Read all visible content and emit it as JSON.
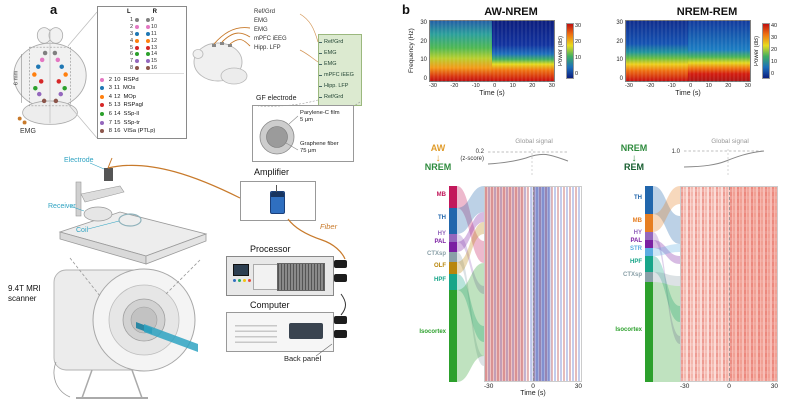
{
  "figure": {
    "panel_a_label": "a",
    "panel_b_label": "b"
  },
  "colors": {
    "cyan": "#2fa3c2",
    "fiber": "#c87a2b",
    "aw": "#e09c2c",
    "nrem": "#2e8b3d",
    "rem": "#155c2e",
    "strip-bg": "#dcead0",
    "reg-mb": "#c2185b",
    "reg-th": "#2166ac",
    "reg-hy": "#9467bd",
    "reg-pal": "#7b1fa2",
    "reg-str": "#5dade2",
    "reg-ctxsp": "#8aa0a8",
    "reg-olf": "#b8860b",
    "reg-hpf": "#17a589",
    "reg-iso": "#2ca02c",
    "reg-mb2": "#e67e22",
    "dot-1": "#808080",
    "dot-2": "#e377c2",
    "dot-3": "#1f77b4",
    "dot-4": "#ff7f0e",
    "dot-5": "#d62728",
    "dot-6": "#2ca02c",
    "dot-7": "#9467bd",
    "dot-8": "#8c564b"
  },
  "a": {
    "brain": {
      "scale_label": "6 mm",
      "emg_label": "EMG"
    },
    "legend": {
      "left_header": "L",
      "right_header": "R",
      "map_rows": [
        {
          "ln": "1",
          "rn": "9",
          "color": "#808080"
        },
        {
          "ln": "2",
          "rn": "10",
          "color": "#e377c2"
        },
        {
          "ln": "3",
          "rn": "11",
          "color": "#1f77b4"
        },
        {
          "ln": "4",
          "rn": "12",
          "color": "#ff7f0e"
        },
        {
          "ln": "5",
          "rn": "13",
          "color": "#d62728"
        },
        {
          "ln": "6",
          "rn": "14",
          "color": "#2ca02c"
        },
        {
          "ln": "7",
          "rn": "15",
          "color": "#9467bd"
        },
        {
          "ln": "8",
          "rn": "16",
          "color": "#8c564b"
        }
      ],
      "rows": [
        {
          "n1": "2",
          "n2": "10",
          "name": "RSPd",
          "color": "#e377c2"
        },
        {
          "n1": "3",
          "n2": "11",
          "name": "MOs",
          "color": "#1f77b4"
        },
        {
          "n1": "4",
          "n2": "12",
          "name": "MOp",
          "color": "#ff7f0e"
        },
        {
          "n1": "5",
          "n2": "13",
          "name": "RSPagl",
          "color": "#d62728"
        },
        {
          "n1": "6",
          "n2": "14",
          "name": "SSp-ll",
          "color": "#2ca02c"
        },
        {
          "n1": "7",
          "n2": "15",
          "name": "SSp-tr",
          "color": "#9467bd"
        },
        {
          "n1": "8",
          "n2": "16",
          "name": "VISa (PTLp)",
          "color": "#8c564b"
        }
      ]
    },
    "implant_labels": [
      "Ref/Grd",
      "EMG",
      "EMG",
      "mPFC iEEG",
      "Hipp. LFP"
    ],
    "strip_labels": [
      "Ref/Grd",
      "EMG",
      "EMG",
      "mPFC iEEG",
      "Hipp. LFP",
      "Ref/Grd"
    ],
    "gf": {
      "title": "GF electrode",
      "film_name": "Parylene-C film",
      "film_size": "5 μm",
      "fiber_name": "Graphene fiber",
      "fiber_size": "75 μm"
    },
    "rig": {
      "electrode": "Electrode",
      "receiver": "Receiver",
      "coil": "Coil"
    },
    "scanner": {
      "line1": "9.4T MRI",
      "line2": "scanner"
    },
    "devices": {
      "amplifier": "Amplifier",
      "processor": "Processor",
      "computer": "Computer",
      "fiber": "Fiber",
      "back_panel": "Back panel"
    }
  },
  "b": {
    "spectrograms": [
      {
        "title": "AW-NREM",
        "ylabel": "Frequency (Hz)",
        "xlabel": "Time (s)",
        "yticks": [
          "30",
          "20",
          "10",
          "0"
        ],
        "xticks": [
          "-30",
          "-20",
          "-10",
          "0",
          "10",
          "20",
          "30"
        ],
        "cbar_label": "Power (dB)",
        "cbar_ticks": [
          "30",
          "20",
          "10",
          "0"
        ]
      },
      {
        "title": "NREM-REM",
        "xlabel": "Time (s)",
        "yticks": [
          "30",
          "20",
          "10",
          "0"
        ],
        "xticks": [
          "-30",
          "-20",
          "-10",
          "0",
          "10",
          "20",
          "30"
        ],
        "cbar_label": "Power (dB)",
        "cbar_ticks": [
          "40",
          "30",
          "20",
          "10",
          "0"
        ]
      }
    ],
    "sankeys": [
      {
        "from": "AW",
        "to": "NREM",
        "global_label": "Global signal",
        "scale_value": "0.2",
        "scale_unit": "(z-score)",
        "regions": [
          {
            "name": "MB",
            "color": "#c2185b"
          },
          {
            "name": "TH",
            "color": "#2166ac"
          },
          {
            "name": "HY",
            "color": "#9467bd"
          },
          {
            "name": "PAL",
            "color": "#7b1fa2"
          },
          {
            "name": "CTXsp",
            "color": "#8aa0a8"
          },
          {
            "name": "OLF",
            "color": "#b8860b"
          },
          {
            "name": "HPF",
            "color": "#17a589"
          },
          {
            "name": "Isocortex",
            "color": "#2ca02c"
          }
        ],
        "xticks": [
          "-30",
          "0",
          "30"
        ],
        "xlabel": "Time (s)"
      },
      {
        "from": "NREM",
        "to": "REM",
        "global_label": "Global signal",
        "scale_value": "1.0",
        "scale_unit": "",
        "regions": [
          {
            "name": "TH",
            "color": "#2166ac"
          },
          {
            "name": "MB",
            "color": "#e67e22"
          },
          {
            "name": "HY",
            "color": "#9467bd"
          },
          {
            "name": "PAL",
            "color": "#7b1fa2"
          },
          {
            "name": "STR",
            "color": "#5dade2"
          },
          {
            "name": "HPF",
            "color": "#17a589"
          },
          {
            "name": "CTXsp",
            "color": "#8aa0a8"
          },
          {
            "name": "Isocortex",
            "color": "#2ca02c"
          }
        ],
        "xticks": [
          "-30",
          "0",
          "30"
        ],
        "xlabel": ""
      }
    ]
  },
  "chart_data": [
    {
      "type": "heatmap",
      "title": "AW-NREM",
      "xlabel": "Time (s)",
      "ylabel": "Frequency (Hz)",
      "x_range": [
        -30,
        30
      ],
      "y_range": [
        0,
        30
      ],
      "colorbar": {
        "label": "Power (dB)",
        "range": [
          0,
          30
        ]
      },
      "description": "EEG spectrogram across awake-to-NREM transition; broadband mid-frequency power before 0 s, stronger low-frequency (<10 Hz) power and suppressed high-frequency power after 0 s."
    },
    {
      "type": "heatmap",
      "title": "NREM-REM",
      "xlabel": "Time (s)",
      "ylabel": "Frequency (Hz)",
      "x_range": [
        -30,
        30
      ],
      "y_range": [
        0,
        30
      ],
      "colorbar": {
        "label": "Power (dB)",
        "range": [
          0,
          40
        ]
      },
      "description": "EEG spectrogram across NREM-to-REM transition; broad low-frequency power before 0 s narrowing to a theta-band hot band after 0 s."
    },
    {
      "type": "heatmap",
      "title": "AW to NREM voxel time courses with region flow (sankey)",
      "x_range": [
        -30,
        30
      ],
      "regions": [
        "MB",
        "TH",
        "HY",
        "PAL",
        "CTXsp",
        "OLF",
        "HPF",
        "Isocortex"
      ],
      "global_signal_scale": "0.2 (z-score)",
      "description": "Voxel-wise BOLD signal heatmap (blue-white-red) ordered by region; global signal trace shown above."
    },
    {
      "type": "heatmap",
      "title": "NREM to REM voxel time courses with region flow (sankey)",
      "x_range": [
        -30,
        30
      ],
      "regions": [
        "TH",
        "MB",
        "HY",
        "PAL",
        "STR",
        "HPF",
        "CTXsp",
        "Isocortex"
      ],
      "global_signal_scale": "1.0",
      "description": "Voxel-wise BOLD signal heatmap (predominantly red) ordered by region; global signal trace shown above."
    }
  ]
}
